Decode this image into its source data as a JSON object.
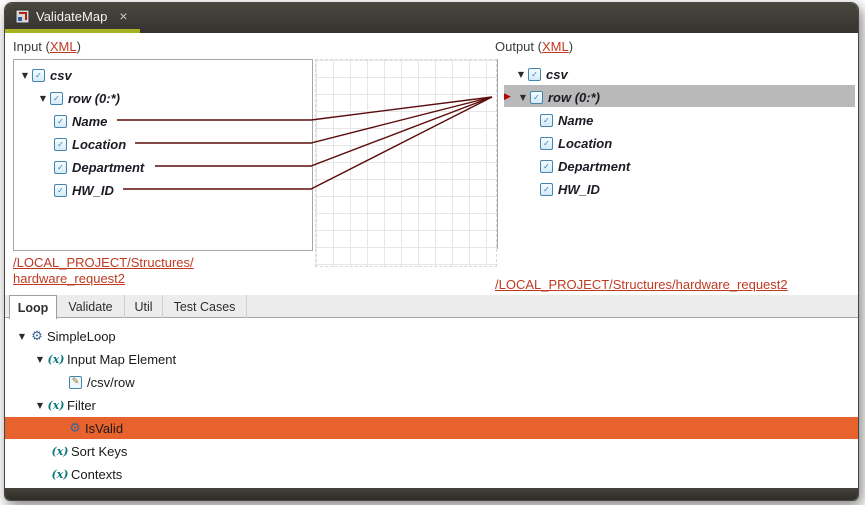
{
  "titlebar": {
    "tab_label": "ValidateMap",
    "close_label": "×"
  },
  "input": {
    "heading": {
      "pre": "Input (",
      "link": "XML",
      "post": ")"
    },
    "tree": [
      "csv",
      "row (0:*)",
      "Name",
      "Location",
      "Department",
      "HW_ID"
    ],
    "path": {
      "line1": "/LOCAL_PROJECT/Structures/",
      "line2": "hardware_request2"
    }
  },
  "output": {
    "heading": {
      "pre": "Output (",
      "link": "XML",
      "post": ")"
    },
    "tree": [
      "csv",
      "row (0:*)",
      "Name",
      "Location",
      "Department",
      "HW_ID"
    ],
    "selected_node": "row (0:*)",
    "path": "/LOCAL_PROJECT/Structures/hardware_request2"
  },
  "mappings": {
    "sources": [
      "Name",
      "Location",
      "Department",
      "HW_ID"
    ],
    "target": "row (0:*)"
  },
  "tabs": [
    {
      "label": "Loop",
      "active": true
    },
    {
      "label": "Validate",
      "active": false
    },
    {
      "label": "Util",
      "active": false
    },
    {
      "label": "Test Cases",
      "active": false
    }
  ],
  "loop_tree": [
    {
      "label": "SimpleLoop",
      "icon": "loop-gear-icon",
      "selected": false
    },
    {
      "label": "Input Map Element",
      "icon": "fx-icon",
      "selected": false
    },
    {
      "label": "/csv/row",
      "icon": "xpath-icon",
      "selected": false
    },
    {
      "label": "Filter",
      "icon": "fx-icon",
      "selected": false
    },
    {
      "label": "IsValid",
      "icon": "gear-icon",
      "selected": true
    },
    {
      "label": "Sort Keys",
      "icon": "fx-icon",
      "selected": false
    },
    {
      "label": "Contexts",
      "icon": "fx-icon",
      "selected": false
    }
  ],
  "colors": {
    "selection_orange": "#e8622d",
    "selection_gray": "#b9b9b9",
    "link_red": "#bf3a23",
    "mapping_line": "#5c0c0c",
    "tab_underline": "#a6b222",
    "titlebar_dark": "#37342f"
  }
}
